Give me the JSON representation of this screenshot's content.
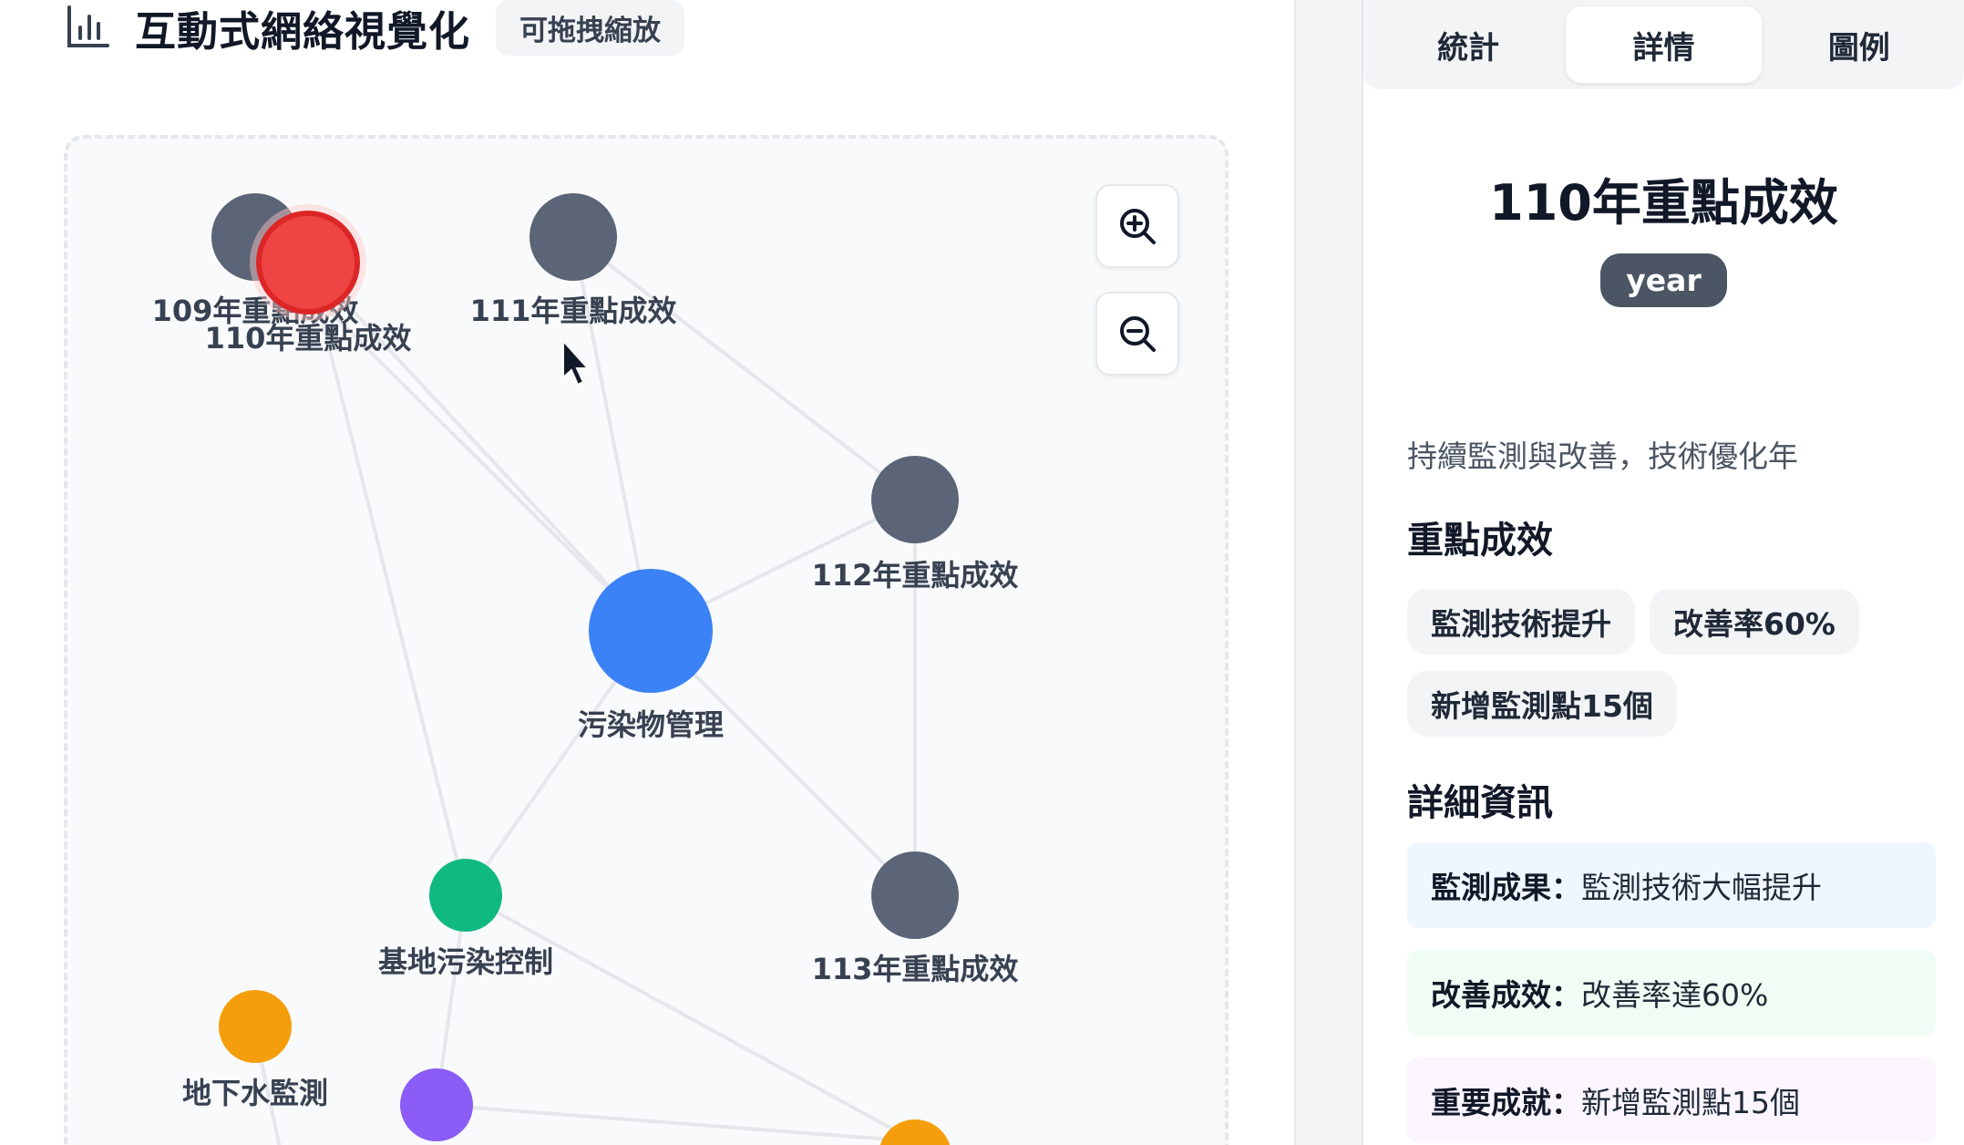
{
  "header": {
    "title": "互動式網絡視覺化",
    "badge": "可拖拽縮放",
    "icon": "bar-chart-icon"
  },
  "graph": {
    "nodes": [
      {
        "id": "n109",
        "label": "109年重點成效",
        "color": "#5b6577"
      },
      {
        "id": "n110",
        "label": "110年重點成效",
        "color": "#ef4444",
        "selected": true
      },
      {
        "id": "n111",
        "label": "111年重點成效",
        "color": "#5b6577"
      },
      {
        "id": "n112",
        "label": "112年重點成效",
        "color": "#5b6577"
      },
      {
        "id": "n113",
        "label": "113年重點成效",
        "color": "#5b6577"
      },
      {
        "id": "center",
        "label": "污染物管理",
        "color": "#3b82f6"
      },
      {
        "id": "base",
        "label": "基地污染控制",
        "color": "#10b981"
      },
      {
        "id": "ground",
        "label": "地下水監測",
        "color": "#f59e0b"
      },
      {
        "id": "purple",
        "label": "",
        "color": "#8b5cf6"
      },
      {
        "id": "orange2",
        "label": "",
        "color": "#f59e0b"
      }
    ],
    "zoom_in_icon": "zoom-in-icon",
    "zoom_out_icon": "zoom-out-icon"
  },
  "tabs": [
    {
      "label": "統計",
      "active": false
    },
    {
      "label": "詳情",
      "active": true
    },
    {
      "label": "圖例",
      "active": false
    }
  ],
  "detail": {
    "title": "110年重點成效",
    "type": "year",
    "description": "持續監測與改善，技術優化年",
    "highlights_title": "重點成效",
    "highlights": [
      "監測技術提升",
      "改善率60%",
      "新增監測點15個"
    ],
    "info_title": "詳細資訊",
    "info": [
      {
        "key": "監測成果",
        "sep": "：",
        "value": "監測技術大幅提升",
        "bg": "#eff6ff"
      },
      {
        "key": "改善成效",
        "sep": "：",
        "value": "改善率達60%",
        "bg": "#f0fdf4"
      },
      {
        "key": "重要成就",
        "sep": "：",
        "value": "新增監測點15個",
        "bg": "#faf5ff"
      }
    ]
  }
}
